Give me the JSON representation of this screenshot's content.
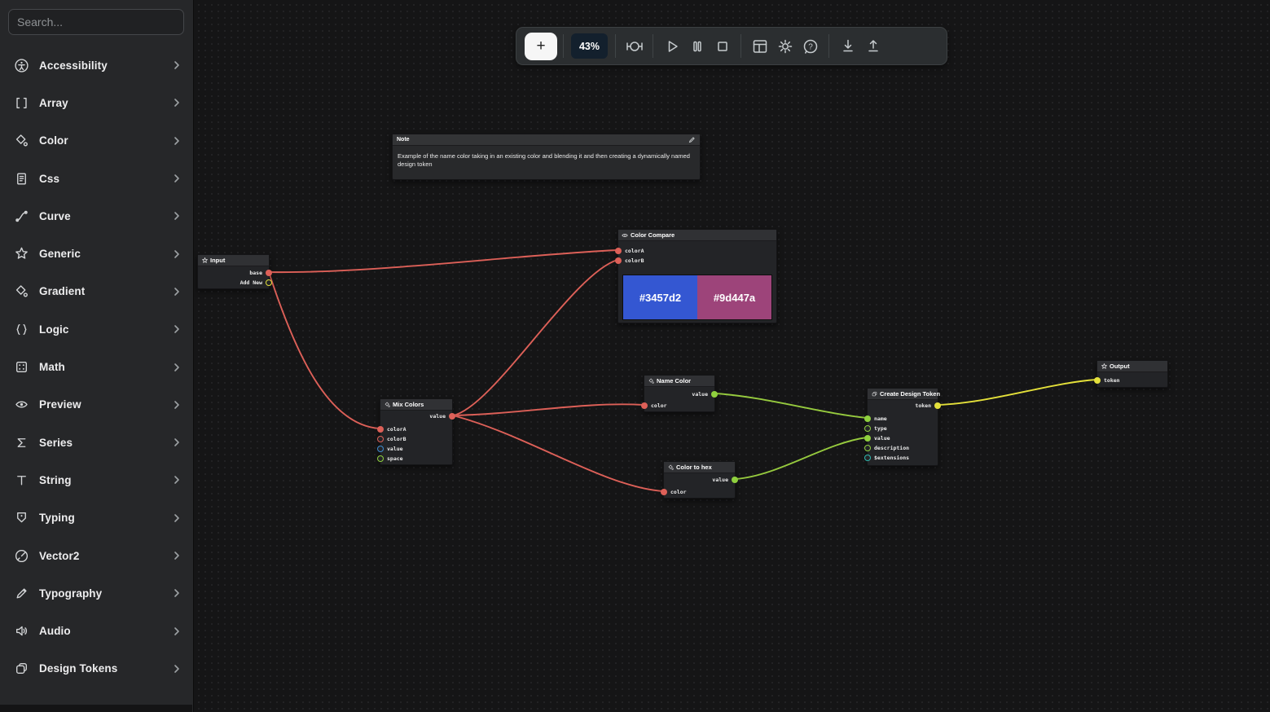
{
  "toolbar": {
    "add_label": "+",
    "zoom_level": "43%",
    "icons": [
      "add",
      "fit-view",
      "play",
      "pause",
      "stop",
      "layout",
      "settings",
      "help",
      "download",
      "upload"
    ]
  },
  "sidebar": {
    "search_placeholder": "Search...",
    "items": [
      {
        "label": "Accessibility",
        "icon": "accessibility-icon"
      },
      {
        "label": "Array",
        "icon": "array-icon"
      },
      {
        "label": "Color",
        "icon": "color-icon"
      },
      {
        "label": "Css",
        "icon": "css-icon"
      },
      {
        "label": "Curve",
        "icon": "curve-icon"
      },
      {
        "label": "Generic",
        "icon": "star-icon"
      },
      {
        "label": "Gradient",
        "icon": "gradient-icon"
      },
      {
        "label": "Logic",
        "icon": "braces-icon"
      },
      {
        "label": "Math",
        "icon": "math-icon"
      },
      {
        "label": "Preview",
        "icon": "eye-icon"
      },
      {
        "label": "Series",
        "icon": "sigma-icon"
      },
      {
        "label": "String",
        "icon": "text-icon"
      },
      {
        "label": "Typing",
        "icon": "typing-icon"
      },
      {
        "label": "Vector2",
        "icon": "vector-icon"
      },
      {
        "label": "Typography",
        "icon": "pencil-icon"
      },
      {
        "label": "Audio",
        "icon": "speaker-icon"
      },
      {
        "label": "Design Tokens",
        "icon": "tokens-icon"
      }
    ]
  },
  "note": {
    "title": "Note",
    "body": "Example of the name color taking in an existing color and blending it and then creating a dynamically named design token"
  },
  "nodes": {
    "input": {
      "title": "Input",
      "ports_out": [
        {
          "label": "base",
          "color": "red",
          "filled": true
        },
        {
          "label": "Add New",
          "color": "yellow",
          "filled": false
        }
      ]
    },
    "color_compare": {
      "title": "Color Compare",
      "ports_in": [
        {
          "label": "colorA",
          "color": "red",
          "filled": true
        },
        {
          "label": "colorB",
          "color": "red",
          "filled": true
        }
      ],
      "swatches": [
        "#3457d2",
        "#9d447a"
      ]
    },
    "mix_colors": {
      "title": "Mix Colors",
      "ports_out": [
        {
          "label": "value",
          "color": "red",
          "filled": true
        }
      ],
      "ports_in": [
        {
          "label": "colorA",
          "color": "red",
          "filled": true
        },
        {
          "label": "colorB",
          "color": "red",
          "filled": false
        },
        {
          "label": "value",
          "color": "blue",
          "filled": false
        },
        {
          "label": "space",
          "color": "green",
          "filled": false
        }
      ]
    },
    "name_color": {
      "title": "Name Color",
      "ports_out": [
        {
          "label": "value",
          "color": "green",
          "filled": true
        }
      ],
      "ports_in": [
        {
          "label": "color",
          "color": "red",
          "filled": true
        }
      ]
    },
    "color_to_hex": {
      "title": "Color to hex",
      "ports_out": [
        {
          "label": "value",
          "color": "green",
          "filled": true
        }
      ],
      "ports_in": [
        {
          "label": "color",
          "color": "red",
          "filled": true
        }
      ]
    },
    "create_design_token": {
      "title": "Create Design Token",
      "ports_out": [
        {
          "label": "token",
          "color": "yellow",
          "filled": true
        }
      ],
      "ports_in": [
        {
          "label": "name",
          "color": "green",
          "filled": true
        },
        {
          "label": "type",
          "color": "green",
          "filled": false
        },
        {
          "label": "value",
          "color": "green",
          "filled": true
        },
        {
          "label": "description",
          "color": "green",
          "filled": false
        },
        {
          "label": "$extensions",
          "color": "teal",
          "filled": false
        }
      ]
    },
    "output": {
      "title": "Output",
      "ports_in": [
        {
          "label": "token",
          "color": "yellow",
          "filled": true
        }
      ]
    }
  },
  "edges": [
    {
      "from": "input.base",
      "to": "color_compare.colorA",
      "color": "#dd6058"
    },
    {
      "from": "input.base",
      "to": "mix_colors.colorA",
      "color": "#dd6058"
    },
    {
      "from": "mix_colors.value",
      "to": "color_compare.colorB",
      "color": "#dd6058"
    },
    {
      "from": "mix_colors.value",
      "to": "name_color.color",
      "color": "#dd6058"
    },
    {
      "from": "mix_colors.value",
      "to": "color_to_hex.color",
      "color": "#dd6058"
    },
    {
      "from": "name_color.value",
      "to": "create_design_token.name",
      "color": "#96ca3e"
    },
    {
      "from": "color_to_hex.value",
      "to": "create_design_token.value",
      "color": "#96ca3e"
    },
    {
      "from": "create_design_token.token",
      "to": "output.token",
      "color": "#e4e03a"
    }
  ],
  "colors": {
    "canvas_bg": "#151516",
    "sidebar_bg": "#262729",
    "toolbar_bg": "#2b2e30",
    "node_bg": "#232427",
    "accent_red": "#dd6058",
    "accent_green": "#8fd03e",
    "accent_yellow": "#e4e13c",
    "accent_teal": "#2fb9ae",
    "accent_blue": "#3f8cd1",
    "swatch_blue": "#3457d2",
    "swatch_pink": "#9d447a"
  }
}
